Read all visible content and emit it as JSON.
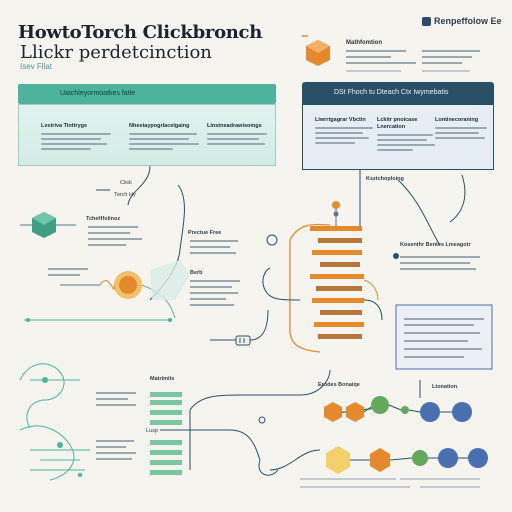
{
  "header": {
    "title_line1": "HowtoTorch Clickbronch",
    "title_line2": "Llickr perdetcinction",
    "subtitle": "Isev Fllat",
    "brand": "Renpeffolow Ee"
  },
  "top_right": {
    "label": "Mathfomtion"
  },
  "teal_panel": {
    "bar_label": "Uatchleyormoatkes fatle",
    "col1_title": "Lvstriva Tinttryge",
    "col2_title": "Nhestaypogrlacelgaing",
    "col3_title": "Linstneadrawisomgs"
  },
  "navy_panel": {
    "bar_label": "DSt Fhoch tu Dteach Ctx Iwymebatis",
    "col1_title": "Liwrrtgagrar Vbctin",
    "col2_title": "Lckitr pnoicase Lnercation",
    "col3_title": "Lontinecoraning"
  },
  "labels": {
    "click": "Click",
    "torch_hy": "Torch Hy",
    "tchuatoz": "TcheHfolinoz",
    "chtophoing": "Ksztchoploing",
    "predict_tree": "Prectue Free",
    "berb": "Berb",
    "kosenthr": "Kosenthr Bentes Lmeagotr",
    "matrimits": "Matrimits",
    "lusp": "Lusp",
    "erodes": "Erodes Bonaiqe",
    "ltonation": "Ltonation"
  },
  "colors": {
    "teal": "#4db39c",
    "navy": "#2a5067",
    "orange": "#e48a2c",
    "green": "#64a85c",
    "blue": "#4a6fb0",
    "brown": "#b5753b"
  },
  "icons": [
    "brand-logo-icon",
    "hexagon-orange-icon",
    "cube-teal-icon",
    "circle-target-icon",
    "hex-node-icon",
    "small-gear-icon"
  ]
}
